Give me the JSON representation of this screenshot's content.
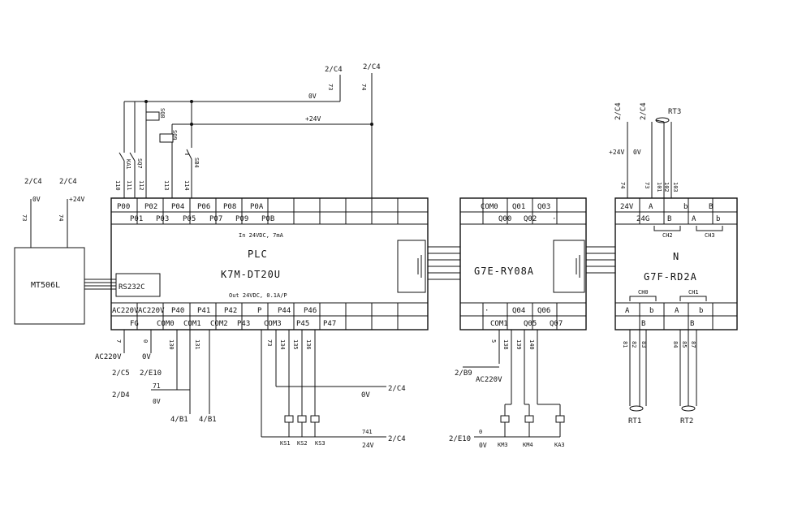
{
  "hmi": {
    "label": "MT506L",
    "refs": [
      "2/C4",
      "2/C4"
    ],
    "voltages": [
      "0V",
      "+24V"
    ],
    "wires": [
      "73",
      "74"
    ]
  },
  "plc": {
    "title": "PLC",
    "model": "K7M-DT20U",
    "in_spec": "In 24VDC, 7mA",
    "out_spec": "Out 24VDC, 0.1A/P",
    "rs232": "RS232C",
    "top_row1": [
      "P00",
      "P02",
      "P04",
      "P06",
      "P08",
      "P0A"
    ],
    "top_row2": [
      "P01",
      "P03",
      "P05",
      "P07",
      "P09",
      "P0B"
    ],
    "bot_row1": [
      "AC220V",
      "AC220V",
      "P40",
      "P41",
      "P42",
      "P",
      "P44",
      "P46"
    ],
    "bot_row2": [
      "FG",
      "COM0",
      "COM1",
      "COM2",
      "P43",
      "COM3",
      "P45",
      "P47"
    ]
  },
  "top_wires": {
    "refs": [
      "2/C4",
      "2/C4"
    ],
    "v0": "0V",
    "v24": "+24V",
    "w73": "73",
    "w74": "74",
    "inputs": [
      "110",
      "111",
      "112",
      "113",
      "114"
    ],
    "switches": [
      "KA1",
      "SQ7",
      "SQ8",
      "SQ9",
      "SB4"
    ]
  },
  "plc_bottom": {
    "wires": [
      "7",
      "0",
      "130",
      "131",
      "73",
      "134",
      "135",
      "136"
    ],
    "ac220": "AC220V",
    "zero_v": "0V",
    "ref_c5": "2/C5",
    "ref_e10": "2/E10",
    "w71": "71",
    "ref_d4": "2/D4",
    "zero_v2": "0V",
    "b1a": "4/B1",
    "b1b": "4/B1",
    "zero_v3": "0V",
    "ref_c4a": "2/C4",
    "w741": "741",
    "v24b": "24V",
    "ref_c4b": "2/C4",
    "coils": [
      "KS1",
      "KS2",
      "KS3"
    ]
  },
  "relay": {
    "model": "G7E-RY08A",
    "top_row1": [
      "COM0",
      "Q01",
      "Q03"
    ],
    "top_row2": [
      "Q00",
      "Q02",
      "·"
    ],
    "bot_row1": [
      "·",
      "Q04",
      "Q06"
    ],
    "bot_row2": [
      "COM1",
      "Q05",
      "Q07"
    ],
    "wires": [
      "5",
      "138",
      "139",
      "140"
    ],
    "ref_b9": "2/B9",
    "ac220": "AC220V",
    "ref_e10": "2/E10",
    "w0": "0",
    "zero_v": "0V",
    "coils": [
      "KM3",
      "KM4",
      "KA3"
    ]
  },
  "rtd": {
    "model": "G7F-RD2A",
    "n": "N",
    "refs": [
      "2/C4",
      "2/C4"
    ],
    "v24": "+24V",
    "v0": "0V",
    "rt3": "RT3",
    "wires_top": [
      "74",
      "73",
      "101",
      "102",
      "103"
    ],
    "top_row1": [
      "24V",
      "A",
      "b",
      "B"
    ],
    "top_row2": [
      "24G",
      "B",
      "A",
      "b"
    ],
    "ch_top": [
      "CH2",
      "CH3"
    ],
    "ch_bot": [
      "CH0",
      "CH1"
    ],
    "bot_row1": [
      "A",
      "b",
      "A",
      "b"
    ],
    "bot_row2": [
      "B",
      "B"
    ],
    "wires_bot": [
      "81",
      "82",
      "83",
      "84",
      "85",
      "87"
    ],
    "sensors": [
      "RT1",
      "RT2"
    ]
  }
}
